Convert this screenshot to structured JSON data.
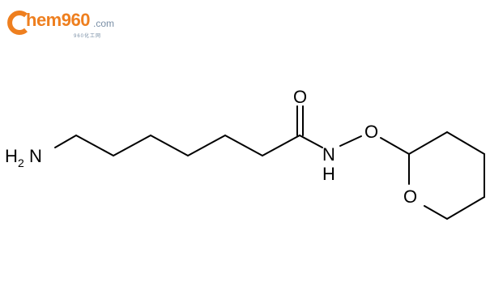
{
  "watermark": {
    "letter": "C",
    "name_main": "hem",
    "name_num": "960",
    "domain_suffix": ".com",
    "subtitle": "960化工网",
    "color": "#ee7f1f"
  },
  "molecule": {
    "atoms": {
      "amine_N": "N",
      "amine_H": "H",
      "amine_subscript": "2",
      "carbonyl_O": "O",
      "amide_N": "N",
      "amide_H": "H",
      "ether_O": "O",
      "ring_O": "O"
    }
  }
}
